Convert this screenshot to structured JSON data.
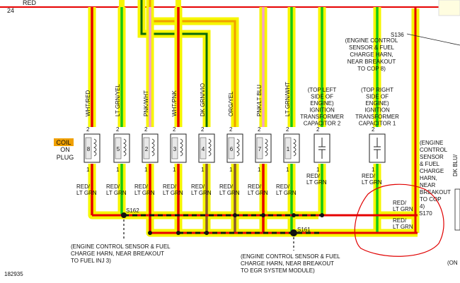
{
  "header": {
    "page_number": "24",
    "top_wire_color": "RED"
  },
  "wire_labels": [
    "WHT/RED",
    "LT GRN/YEL",
    "PNK/WHT",
    "WHT/PNK",
    "DK GRN/VIO",
    "ORG/YEL",
    "PNK/LT BLU",
    "LT GRN/WHT"
  ],
  "coils": [
    {
      "number": "8",
      "pin_top": "2",
      "pin_bottom": "1",
      "wire": "RED/\nLT GRN"
    },
    {
      "number": "5",
      "pin_top": "2",
      "pin_bottom": "1",
      "wire": "RED/\nLT GRN"
    },
    {
      "number": "2",
      "pin_top": "2",
      "pin_bottom": "1",
      "wire": "RED/\nLT GRN"
    },
    {
      "number": "3",
      "pin_top": "2",
      "pin_bottom": "1",
      "wire": "RED/\nLT GRN"
    },
    {
      "number": "4",
      "pin_top": "2",
      "pin_bottom": "1",
      "wire": "RED/\nLT GRN"
    },
    {
      "number": "6",
      "pin_top": "2",
      "pin_bottom": "1",
      "wire": "RED/\nLT GRN"
    },
    {
      "number": "7",
      "pin_top": "2",
      "pin_bottom": "1",
      "wire": "RED/\nLT GRN"
    },
    {
      "number": "1",
      "pin_top": "2",
      "pin_bottom": "1",
      "wire": "RED/\nLT GRN"
    }
  ],
  "coil_label": {
    "coil": "COIL",
    "on": "ON",
    "plug": "PLUG"
  },
  "capacitors": [
    {
      "title": "(TOP LEFT\nSIDE OF\nENGINE)\nIGNITION\nTRANSFORMER\nCAPACITOR 2",
      "pin_top": "2",
      "pin_bottom": "1",
      "wire": "RED/\nLT GRN"
    },
    {
      "title": "(TOP RIGHT\nSIDE OF\nENGINE)\nIGNITION\nTRANSFORMER\nCAPACITOR 1",
      "pin_top": "2",
      "pin_bottom": "1",
      "wire": "RED/\nLT GRN"
    }
  ],
  "splices": {
    "s136": {
      "id": "S136",
      "desc": "(ENGINE CONTROL\nSENSOR & FUEL\nCHARGE HARN,\nNEAR BREAKOUT\nTO COP 8)"
    },
    "s162": {
      "id": "S162",
      "desc": "(ENGINE CONTROL SENSOR & FUEL\nCHARGE HARN, NEAR BREAKOUT\nTO FUEL INJ 3)"
    },
    "s161": {
      "id": "S161",
      "desc": "(ENGINE CONTROL SENSOR & FUEL\nCHARGE HARN, NEAR BREAKOUT\nTO EGR SYSTEM MODULE)"
    },
    "s170": {
      "id": "S170",
      "desc": "(ENGINE\nCONTROL\nSENSOR\n& FUEL\nCHARGE\nHARN,\nNEAR\nBREAKOUT\nTO COP\n4)"
    }
  },
  "right_wire_labels": [
    "RED/\nLT GRN",
    "RED/\nLT GRN"
  ],
  "edge_text": {
    "right_vertical": "DK BLU/",
    "right_bottom": "(ON"
  },
  "figure_id": "182935",
  "colors": {
    "red": "#e60000",
    "yellow": "#f6f600",
    "green": "#14c814",
    "pink": "#f5a0c8",
    "dark_green": "#0a6a0a",
    "brown": "#8a5a2a",
    "blue": "#5a7ad0",
    "orange": "#f0a000",
    "annotation": "#e00000"
  }
}
